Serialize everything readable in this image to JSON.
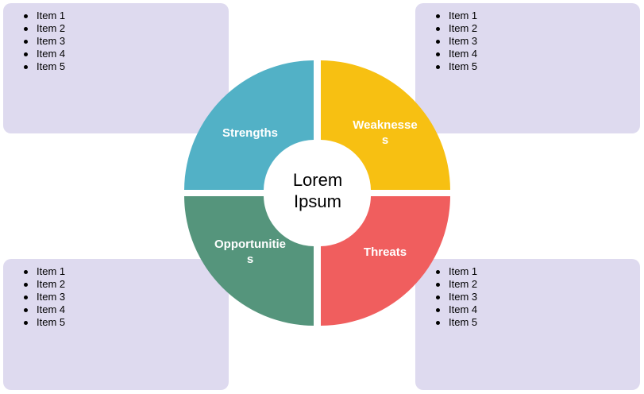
{
  "center": {
    "line1": "Lorem",
    "line2": "Ipsum"
  },
  "quadrants": {
    "strengths": {
      "label": "Strengths",
      "color": "#52b1c6"
    },
    "weaknesses": {
      "label": "Weaknesses",
      "color": "#f7c012"
    },
    "opportunities": {
      "label": "Opportunities",
      "color": "#55957c"
    },
    "threats": {
      "label": "Threats",
      "color": "#f05e5e"
    }
  },
  "boxes": {
    "top_left": {
      "items": [
        "Item 1",
        "Item 2",
        "Item 3",
        "Item 4",
        "Item 5"
      ]
    },
    "top_right": {
      "items": [
        "Item 1",
        "Item 2",
        "Item 3",
        "Item 4",
        "Item 5"
      ]
    },
    "bottom_left": {
      "items": [
        "Item 1",
        "Item 2",
        "Item 3",
        "Item 4",
        "Item 5"
      ]
    },
    "bottom_right": {
      "items": [
        "Item 1",
        "Item 2",
        "Item 3",
        "Item 4",
        "Item 5"
      ]
    }
  },
  "colors": {
    "box_background": "#dedaef",
    "center_fill": "#ffffff"
  }
}
